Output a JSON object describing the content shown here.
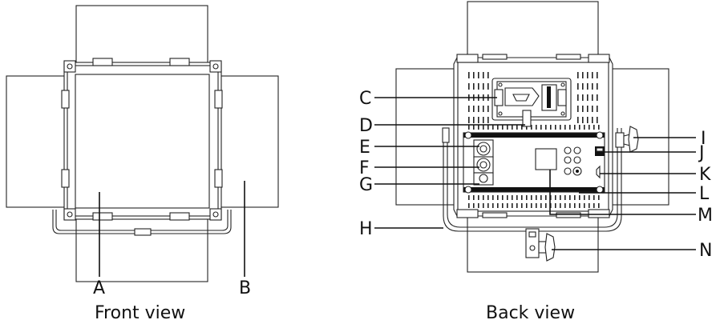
{
  "captions": {
    "front": "Front view",
    "back": "Back view"
  },
  "front_labels": {
    "a": "A",
    "b": "B"
  },
  "back_labels": {
    "c": "C",
    "d": "D",
    "e": "E",
    "f": "F",
    "g": "G",
    "h": "H",
    "i": "I",
    "j": "J",
    "k": "K",
    "l": "L",
    "m": "M",
    "n": "N"
  }
}
